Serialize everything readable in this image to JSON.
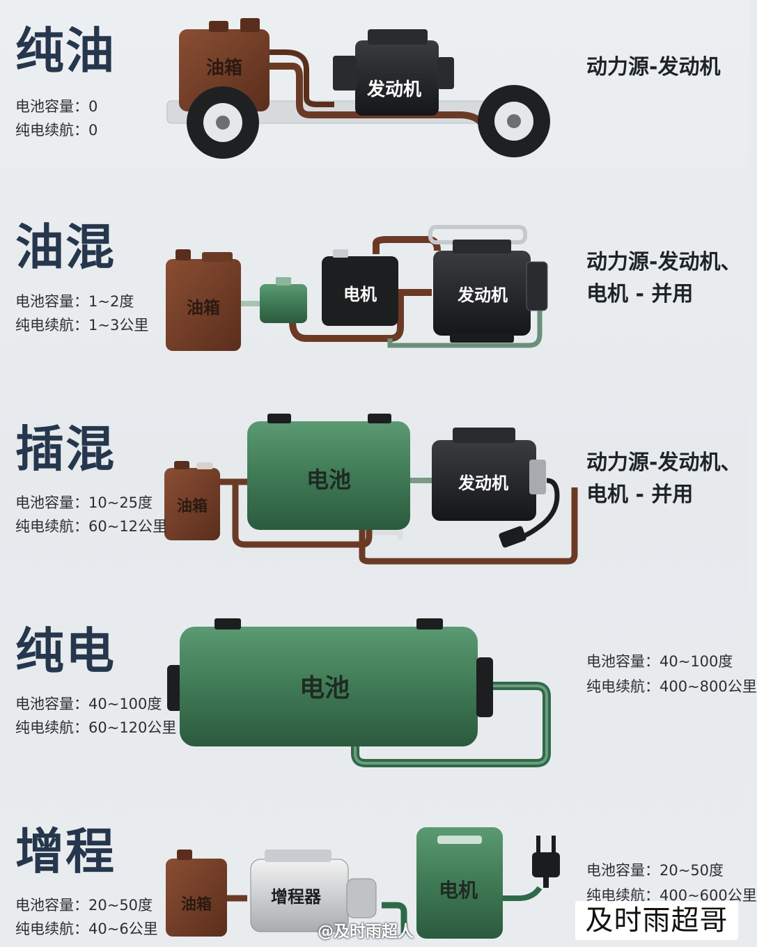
{
  "sections": [
    {
      "title": "纯油",
      "specs": [
        "电池容量：0",
        "纯电续航：0"
      ],
      "power": [
        "动力源-发动机"
      ],
      "components": {
        "tank": "油箱",
        "engine": "发动机"
      }
    },
    {
      "title": "油混",
      "specs": [
        "电池容量：1~2度",
        "纯电续航：1~3公里"
      ],
      "power": [
        "动力源-发动机、",
        "电机 - 并用"
      ],
      "components": {
        "tank": "油箱",
        "motor": "电机",
        "engine": "发动机"
      }
    },
    {
      "title": "插混",
      "specs": [
        "电池容量：10~25度",
        "纯电续航：60~12公里"
      ],
      "power": [
        "动力源-发动机、",
        "电机 - 并用"
      ],
      "components": {
        "tank": "油箱",
        "battery": "电池",
        "engine": "发动机"
      }
    },
    {
      "title": "纯电",
      "specs": [
        "电池容量：40~100度",
        "纯电续航：60~120公里"
      ],
      "right_specs": [
        "电池容量：40~100度",
        "纯电续航：400~800公里"
      ],
      "components": {
        "battery": "电池"
      }
    },
    {
      "title": "增程",
      "specs": [
        "电池容量：20~50度",
        "纯电续航：40~6公里"
      ],
      "right_specs": [
        "电池容量：20~50度",
        "纯电续航：400~600公里"
      ],
      "components": {
        "tank": "油箱",
        "extender": "增程器",
        "motor": "电机"
      }
    }
  ],
  "watermark": "@及时雨超人",
  "signature": "及时雨超哥",
  "colors": {
    "title": "#26374d",
    "oil_brown": "#6b3a25",
    "battery_green": "#3f7a55",
    "engine_dark": "#1e1f22"
  }
}
